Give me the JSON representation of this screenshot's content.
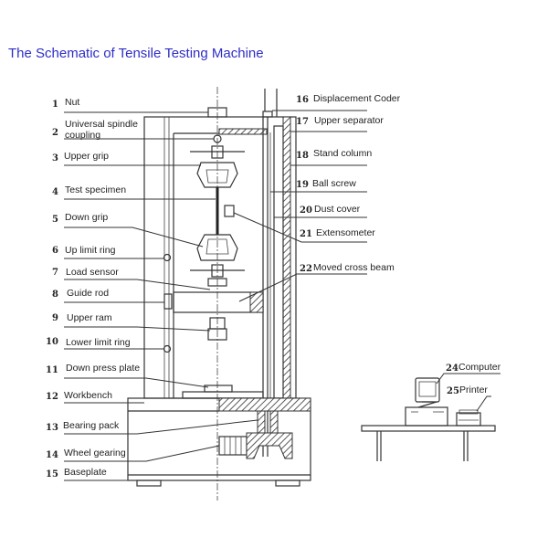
{
  "title": "The Schematic of Tensile Testing Machine",
  "left_labels": [
    {
      "num": "1",
      "text": "Nut"
    },
    {
      "num": "2",
      "text": "Universal spindle",
      "text2": "coupling"
    },
    {
      "num": "3",
      "text": "Upper grip"
    },
    {
      "num": "4",
      "text": "Test specimen"
    },
    {
      "num": "5",
      "text": "Down grip"
    },
    {
      "num": "6",
      "text": "Up limit ring"
    },
    {
      "num": "7",
      "text": "Load sensor"
    },
    {
      "num": "8",
      "text": "Guide rod"
    },
    {
      "num": "9",
      "text": "Upper ram"
    },
    {
      "num": "10",
      "text": "Lower limit ring"
    },
    {
      "num": "11",
      "text": "Down press plate"
    },
    {
      "num": "12",
      "text": "Workbench"
    },
    {
      "num": "13",
      "text": "Bearing pack"
    },
    {
      "num": "14",
      "text": "Wheel gearing"
    },
    {
      "num": "15",
      "text": "Baseplate"
    }
  ],
  "right_labels": [
    {
      "num": "16",
      "text": "Displacement Coder"
    },
    {
      "num": "17",
      "text": "Upper separator"
    },
    {
      "num": "18",
      "text": "Stand column"
    },
    {
      "num": "19",
      "text": "Ball screw"
    },
    {
      "num": "20",
      "text": "Dust cover"
    },
    {
      "num": "21",
      "text": "Extensometer"
    },
    {
      "num": "22",
      "text": "Moved cross beam"
    }
  ],
  "desk_labels": [
    {
      "num": "24",
      "text": "Computer"
    },
    {
      "num": "25",
      "text": "Printer"
    }
  ]
}
